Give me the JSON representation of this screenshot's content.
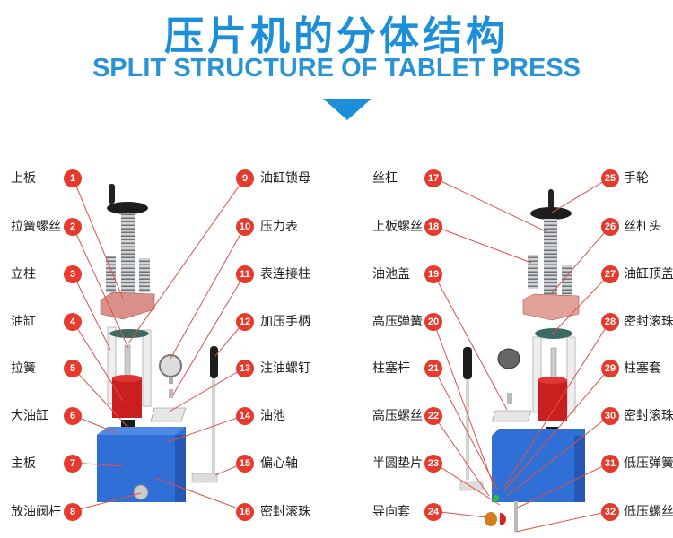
{
  "header": {
    "title": "压片机的分体结构",
    "subtitle": "SPLIT STRUCTURE OF TABLET PRESS"
  },
  "colors": {
    "accent": "#1c8fd8",
    "marker": "#e53a2c",
    "body": "#2f6fd6"
  },
  "left_panel": {
    "left_parts": [
      {
        "num": "1",
        "name": "上板"
      },
      {
        "num": "2",
        "name": "拉簧螺丝"
      },
      {
        "num": "3",
        "name": "立柱"
      },
      {
        "num": "4",
        "name": "油缸"
      },
      {
        "num": "5",
        "name": "拉簧"
      },
      {
        "num": "6",
        "name": "大油缸"
      },
      {
        "num": "7",
        "name": "主板"
      },
      {
        "num": "8",
        "name": "放油阀杆"
      }
    ],
    "right_parts": [
      {
        "num": "9",
        "name": "油缸锁母"
      },
      {
        "num": "10",
        "name": "压力表"
      },
      {
        "num": "11",
        "name": "表连接柱"
      },
      {
        "num": "12",
        "name": "加压手柄"
      },
      {
        "num": "13",
        "name": "注油螺钉"
      },
      {
        "num": "14",
        "name": "油池"
      },
      {
        "num": "15",
        "name": "偏心轴"
      },
      {
        "num": "16",
        "name": "密封滚珠"
      }
    ]
  },
  "right_panel": {
    "left_parts": [
      {
        "num": "17",
        "name": "丝杠"
      },
      {
        "num": "18",
        "name": "上板螺丝"
      },
      {
        "num": "19",
        "name": "油池盖"
      },
      {
        "num": "20",
        "name": "高压弹簧"
      },
      {
        "num": "21",
        "name": "柱塞杆"
      },
      {
        "num": "22",
        "name": "高压螺丝"
      },
      {
        "num": "23",
        "name": "半圆垫片"
      },
      {
        "num": "24",
        "name": "导向套"
      }
    ],
    "right_parts": [
      {
        "num": "25",
        "name": "手轮"
      },
      {
        "num": "26",
        "name": "丝杠头"
      },
      {
        "num": "27",
        "name": "油缸顶盖"
      },
      {
        "num": "28",
        "name": "密封滚珠"
      },
      {
        "num": "29",
        "name": "柱塞套"
      },
      {
        "num": "30",
        "name": "密封滚珠"
      },
      {
        "num": "31",
        "name": "低压弹簧"
      },
      {
        "num": "32",
        "name": "低压螺丝"
      }
    ]
  }
}
